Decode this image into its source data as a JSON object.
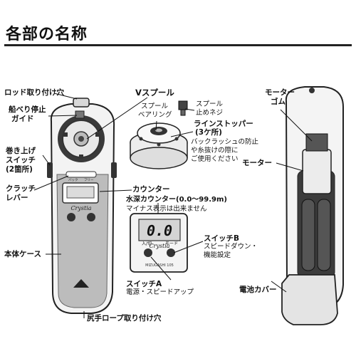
{
  "title": "各部の名称",
  "labels": {
    "rod_mount": "ロッド取り付け穴",
    "side_stop_1": "船べり停止",
    "side_stop_2": "ガイド",
    "winding_1": "巻き上げ",
    "winding_2": "スイッチ",
    "winding_3": "(2箇所)",
    "clutch_1": "クラッチ",
    "clutch_2": "レバー",
    "body_case": "本体ケース",
    "tail_rope": "尻手ロープ取り付け穴",
    "v_spool": "Vスプール",
    "spool_bearing_1": "スプール",
    "spool_bearing_2": "ベアリング",
    "spool_screw_1": "スプール",
    "spool_screw_2": "止めネジ",
    "line_stopper_1": "ラインストッパー",
    "line_stopper_2": "(3ケ所)",
    "line_stopper_note_1": "バックラッシュの防止",
    "line_stopper_note_2": "や糸抜けの際に",
    "line_stopper_note_3": "ご使用ください",
    "counter": "カウンター",
    "depth_counter": "水深カウンター(0.0〜99.9m)",
    "minus_note": "マイナス表示は出来ません",
    "switch_b": "スイッチB",
    "switch_b_note_1": "スピードダウン・",
    "switch_b_note_2": "機能設定",
    "switch_a": "スイッチA",
    "switch_a_note": "電源・スピードアップ",
    "motor_rubber_1": "モーター",
    "motor_rubber_2": "ゴム",
    "motor": "モーター",
    "battery_cover": "電池カバー"
  },
  "device": {
    "brand": "Crystia",
    "model": "MIZUGASHI 105",
    "display_value": "0.0",
    "btn_power": "入/切",
    "btn_mode": "モード",
    "clutch_back": "バック",
    "clutch_free": "フリー"
  }
}
